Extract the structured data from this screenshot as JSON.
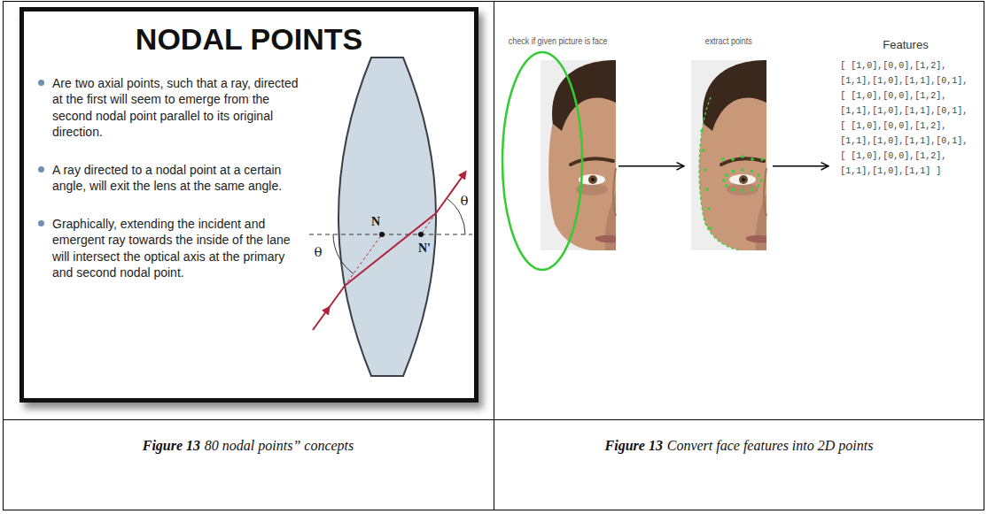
{
  "diagram": {
    "nodes": [
      {
        "text": [
          "NODAL POINTS",
          "Are two axial points, such that a ray, directed at the first will seem to emerge from the second nodal point parallel to its original direction.",
          "A ray directed to a nodal point at a certain angle, will exit the lens at the same angle.",
          "Graphically, extending the incident and emergent ray towards the inside of the lane will intersect the optical axis at the primary and second nodal point."
        ]
      },
      {
        "text": [
          "check if given picture is face"
        ]
      },
      {
        "text": [
          "extract points"
        ]
      },
      {
        "text": [
          "Features",
          "[ [1,0],[0,0],[1,2], [1,1],[1,0],[1,1],[0,1], [ [1,0],[0,0],[1,2], [1,1],[1,0],[1,1],[0,1], [ [1,0],[0,0],[1,2], [1,1],[1,0],[1,1],[0,1], [ [1,0],[0,0],[1,2], [1,1],[1,0],[1,1] ]"
        ]
      }
    ],
    "edges": [
      {
        "from": 1,
        "to": 2,
        "arrow": "to"
      },
      {
        "from": 2,
        "to": 3,
        "arrow": "to"
      }
    ],
    "labels": [
      "N",
      "N'",
      "θ",
      "θ",
      "Figure 13",
      "80 nodal points” concepts",
      "Figure 13",
      "Convert face features into 2D points"
    ]
  }
}
